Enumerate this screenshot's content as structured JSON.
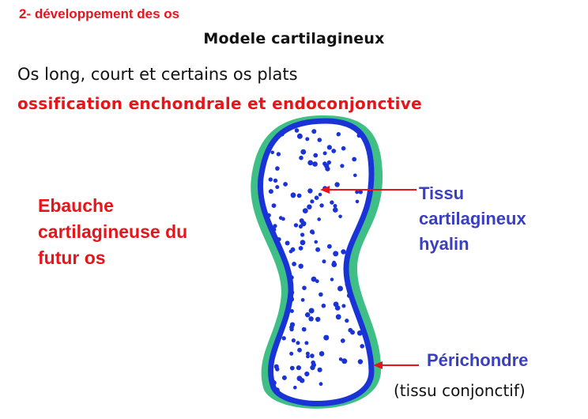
{
  "section_heading": "2- développement des os",
  "title": "Modele cartilagineux",
  "line1": "Os long, court et certains os plats",
  "line2": "ossification enchondrale et endoconjonctive",
  "left_label": [
    "Ebauche",
    "cartilagineuse du",
    "futur os"
  ],
  "tissue_label": [
    "Tissu",
    "cartilagineux",
    "hyalin"
  ],
  "perichondre_label": "Périchondre",
  "perichondre_sub": "(tissu conjonctif)",
  "colors": {
    "red": "#e8141b",
    "label_blue": "#3a3fbf",
    "bone_outline": "#1a33d6",
    "perichondrium_green": "#3fbf86",
    "dots": "#1a33d6"
  }
}
